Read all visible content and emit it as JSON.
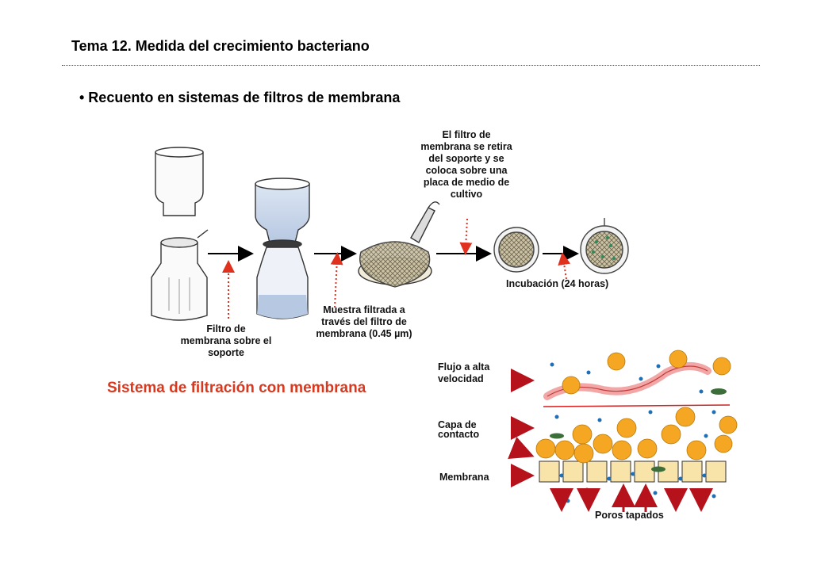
{
  "header": {
    "title": "Tema 12.  Medida del crecimiento bacteriano",
    "subtitle": "• Recuento en sistemas de filtros de membrana"
  },
  "labels": {
    "filter_retired": [
      "El filtro de",
      "membrana se retira",
      "del soporte y se",
      "coloca sobre una",
      "placa de medio de",
      "cultivo"
    ],
    "incubation": "Incubación (24 horas)",
    "filtered_sample": [
      "Muestra filtrada a",
      "través del filtro de",
      "membrana (0.45 µm)"
    ],
    "membrane_filter": [
      "Filtro de",
      "membrana sobre el",
      "soporte"
    ],
    "system_title": "Sistema de filtración con membrana",
    "high_flow": [
      "Flujo a alta",
      "velocidad"
    ],
    "contact_layer": [
      "Capa de",
      "contacto"
    ],
    "membrane": "Membrana",
    "clogged_pores": "Poros tapados"
  },
  "colors": {
    "accent_red": "#d9381e",
    "arrow_red": "#b5121b",
    "particle_orange": "#f5a623",
    "particle_blue": "#1f6fb5",
    "membrane_fill": "#f8e3a8"
  }
}
